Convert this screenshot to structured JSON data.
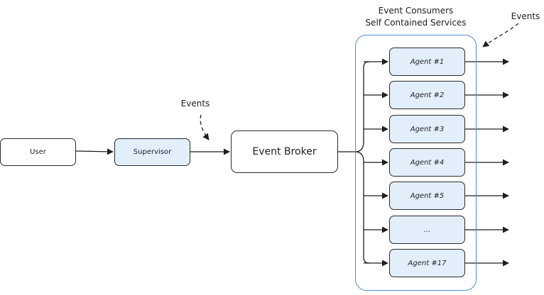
{
  "nodes": {
    "user": "User",
    "supervisor": "Supervisor",
    "broker": "Event Broker"
  },
  "agents": [
    "Agent #1",
    "Agent #2",
    "Agent #3",
    "Agent #4",
    "Agent #5",
    "...",
    "Agent #17"
  ],
  "group": {
    "title_line1": "Event Consumers",
    "title_line2": "Self Contained Services"
  },
  "labels": {
    "events_supervisor": "Events",
    "events_agents": "Events"
  },
  "colors": {
    "node_fill_blue": "#e3eefb",
    "group_border": "#4a90d9",
    "stroke": "#2b2b2b"
  }
}
